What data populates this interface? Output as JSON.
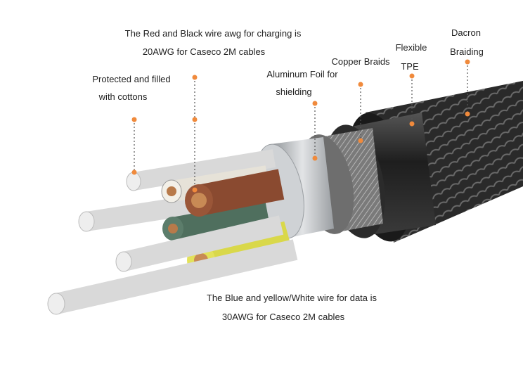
{
  "colors": {
    "callout": "#f08a3c",
    "jacket": "#2a2a2a",
    "foil": "#b8bcc0",
    "copper": "#8c8c8c",
    "red_wire": "#8a4a30",
    "yellow_wire": "#d9d84a",
    "green_wire": "#4f6f5e"
  },
  "labels": {
    "charging_line1": "The Red and Black wire awg for charging is",
    "charging_line2": "20AWG for Caseco 2M cables",
    "filler_line1": "Protected and filled",
    "filler_line2": "with cottons",
    "foil_line1": "Aluminum Foil for",
    "foil_line2": "shielding",
    "braid": "Copper Braids",
    "tpe_line1": "Flexible",
    "tpe_line2": "TPE",
    "dacron_line1": "Dacron",
    "dacron_line2": "Braiding",
    "data_line1": "The Blue and yellow/White wire for data is",
    "data_line2": "30AWG for Caseco 2M cables"
  }
}
